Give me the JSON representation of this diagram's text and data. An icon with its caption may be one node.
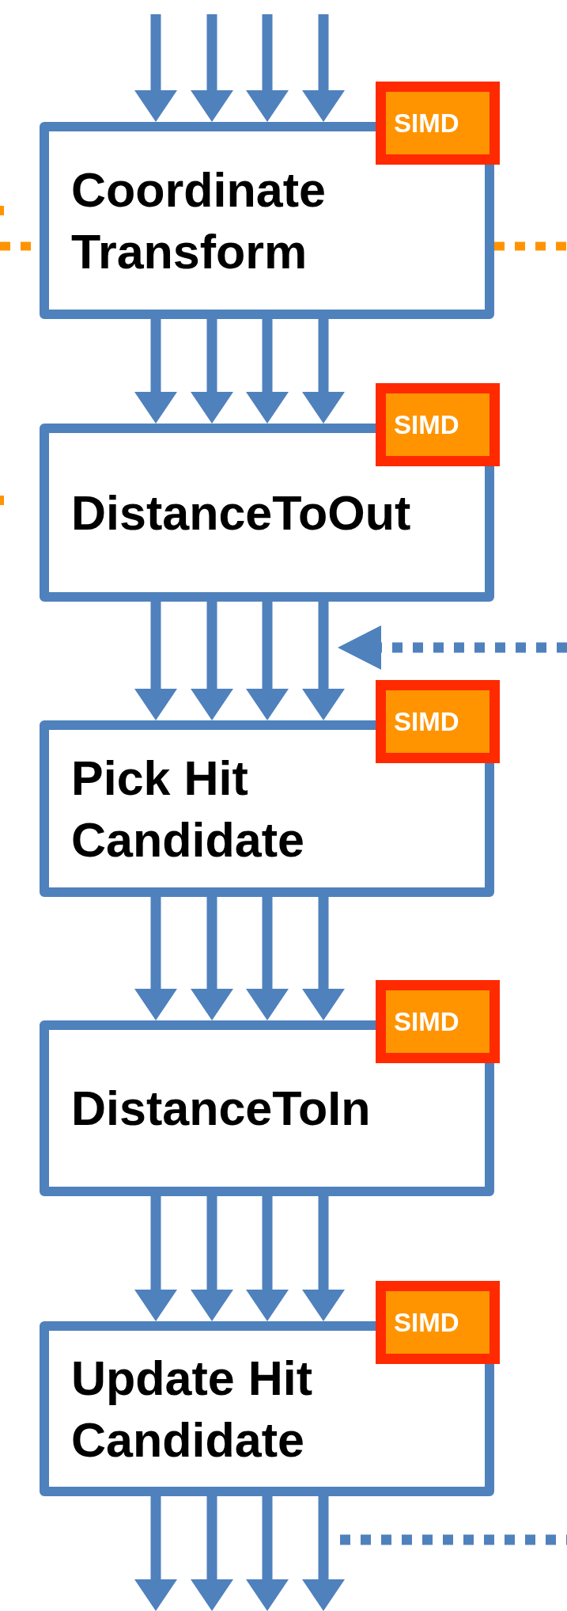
{
  "diagram": {
    "nodes": [
      {
        "text": [
          "SIMD"
        ]
      },
      {
        "text": [
          "Coordinate Transform"
        ]
      },
      {
        "text": [
          "SIMD"
        ]
      },
      {
        "text": [
          "DistanceToOut"
        ]
      },
      {
        "text": [
          "SIMD"
        ]
      },
      {
        "text": [
          "Pick Hit Candidate"
        ]
      },
      {
        "text": [
          "SIMD"
        ]
      },
      {
        "text": [
          "DistanceToIn"
        ]
      },
      {
        "text": [
          "SIMD"
        ]
      },
      {
        "text": [
          "Update Hit Candidate"
        ]
      }
    ],
    "edges": [
      {
        "from": null,
        "to": 1,
        "arrow": "to"
      },
      {
        "from": null,
        "to": 1,
        "arrow": "to"
      },
      {
        "from": null,
        "to": 1,
        "arrow": "to"
      },
      {
        "from": null,
        "to": 1,
        "arrow": "to"
      },
      {
        "from": 1,
        "to": 3,
        "arrow": "to"
      },
      {
        "from": 1,
        "to": 3,
        "arrow": "to"
      },
      {
        "from": 1,
        "to": 3,
        "arrow": "to"
      },
      {
        "from": 1,
        "to": 3,
        "arrow": "to"
      },
      {
        "from": 3,
        "to": 5,
        "arrow": "to"
      },
      {
        "from": 3,
        "to": 5,
        "arrow": "to"
      },
      {
        "from": 3,
        "to": 5,
        "arrow": "to"
      },
      {
        "from": 3,
        "to": 5,
        "arrow": "to"
      },
      {
        "from": 5,
        "to": 7,
        "arrow": "to"
      },
      {
        "from": 5,
        "to": 7,
        "arrow": "to"
      },
      {
        "from": 5,
        "to": 7,
        "arrow": "to"
      },
      {
        "from": 5,
        "to": 7,
        "arrow": "to"
      },
      {
        "from": 7,
        "to": 9,
        "arrow": "to"
      },
      {
        "from": 7,
        "to": 9,
        "arrow": "to"
      },
      {
        "from": 7,
        "to": 9,
        "arrow": "to"
      },
      {
        "from": 7,
        "to": 9,
        "arrow": "to"
      },
      {
        "from": 9,
        "to": null,
        "arrow": "to"
      },
      {
        "from": 9,
        "to": null,
        "arrow": "to"
      },
      {
        "from": 9,
        "to": null,
        "arrow": "to"
      },
      {
        "from": 9,
        "to": null,
        "arrow": "to"
      },
      {
        "from": null,
        "to": 1,
        "arrow": "none",
        "style": "dashed",
        "color": "#ff9400"
      },
      {
        "from": 1,
        "to": null,
        "arrow": "none",
        "style": "dashed",
        "color": "#ff9400"
      }
    ]
  }
}
